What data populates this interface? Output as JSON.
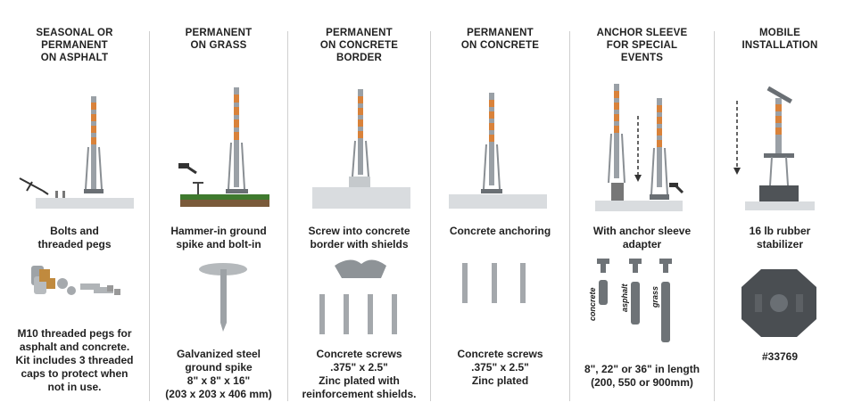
{
  "columns": [
    {
      "title": [
        "SEASONAL OR",
        "PERMANENT",
        "ON ASPHALT"
      ],
      "caption": [
        "Bolts and",
        "threaded pegs"
      ],
      "description": [
        "M10 threaded pegs for",
        "asphalt and concrete.",
        "Kit includes 3 threaded",
        "caps to protect when",
        "not in use."
      ]
    },
    {
      "title": [
        "PERMANENT",
        "ON GRASS"
      ],
      "caption": [
        "Hammer-in ground",
        "spike and bolt-in"
      ],
      "description": [
        "Galvanized steel",
        "ground spike",
        "8\" x 8\" x 16\"",
        "(203 x 203 x 406 mm)"
      ]
    },
    {
      "title": [
        "PERMANENT",
        "ON CONCRETE",
        "BORDER"
      ],
      "caption": [
        "Screw into concrete",
        "border with shields"
      ],
      "description": [
        "Concrete screws",
        ".375\" x 2.5\"",
        "Zinc plated with",
        "reinforcement shields."
      ]
    },
    {
      "title": [
        "PERMANENT",
        "ON CONCRETE"
      ],
      "caption": [
        "Concrete anchoring"
      ],
      "description": [
        "Concrete screws",
        ".375\" x 2.5\"",
        "Zinc plated"
      ]
    },
    {
      "title": [
        "ANCHOR SLEEVE",
        "FOR SPECIAL",
        "EVENTS"
      ],
      "caption": [
        "With anchor sleeve",
        "adapter"
      ],
      "sleeve_labels": [
        "concrete",
        "asphalt",
        "grass"
      ],
      "description": [
        "8\", 22\" or 36\" in length",
        "(200, 550 or 900mm)"
      ]
    },
    {
      "title": [
        "MOBILE",
        "INSTALLATION"
      ],
      "caption": [
        "16 lb rubber",
        "stabilizer"
      ],
      "description": [
        "#33769"
      ]
    }
  ],
  "colors": {
    "post_orange": "#d9823a",
    "post_gray": "#9aa0a6",
    "ground": "#d9dcdf",
    "grass": "#3f7a2e"
  }
}
